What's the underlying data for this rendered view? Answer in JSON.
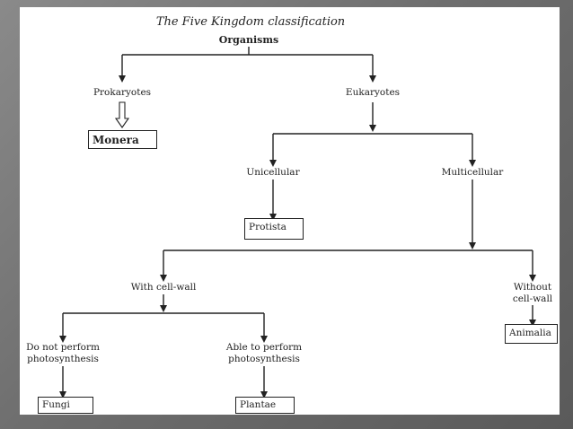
{
  "diagram": {
    "title": "The Five Kingdom classification",
    "root": "Organisms",
    "prokaryotes": "Prokaryotes",
    "eukaryotes": "Eukaryotes",
    "monera": "Monera",
    "unicellular": "Unicellular",
    "multicellular": "Multicellular",
    "protista": "Protista",
    "with_cell_wall": "With cell-wall",
    "without_cell_wall_line1": "Without",
    "without_cell_wall_line2": "cell-wall",
    "animalia": "Animalia",
    "no_photo_line1": "Do not perform",
    "no_photo_line2": "photosynthesis",
    "photo_line1": "Able to perform",
    "photo_line2": "photosynthesis",
    "fungi": "Fungi",
    "plantae": "Plantae"
  }
}
